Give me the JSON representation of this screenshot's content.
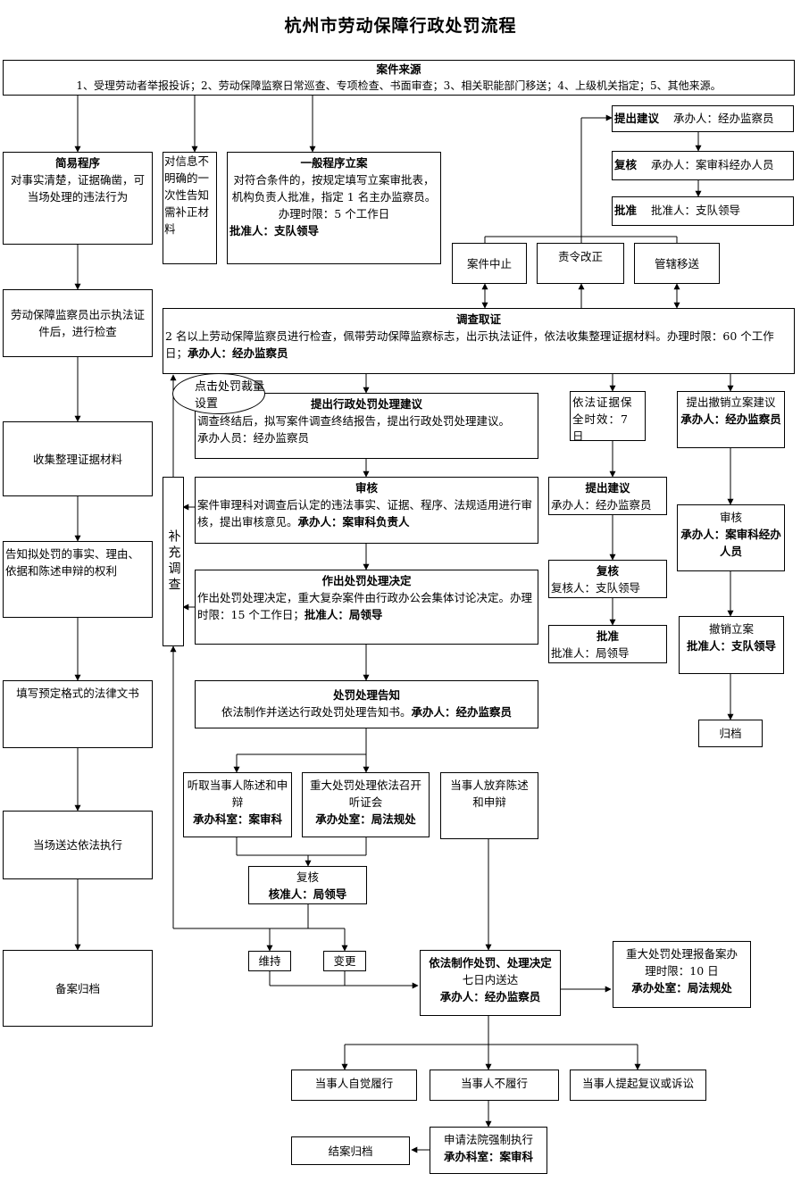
{
  "title": "杭州市劳动保障行政处罚流程",
  "source": {
    "head": "案件来源",
    "text": "1、受理劳动者举报投诉；2、劳动保障监察日常巡查、专项检查、书面审查；3、相关职能部门移送；4、上级机关指定；5、其他来源。"
  },
  "simple": {
    "head": "简易程序",
    "text": "对事实清楚，证据确凿，可当场处理的违法行为",
    "steps": [
      "劳动保障监察员出示执法证件后，进行检查",
      "收集整理证据材料",
      "告知拟处罚的事实、理由、依据和陈述申辩的权利",
      "填写预定格式的法律文书",
      "当场送达依法执行",
      "备案归档"
    ]
  },
  "notify_info": "对信息不明确的一次性告知需补正材料",
  "general": {
    "head": "一般程序立案",
    "text": "对符合条件的，按规定填写立案审批表，机构负责人批准，指定 1 名主办监察员。办理时限：5 个工作日",
    "approver": "批准人：支队领导"
  },
  "right_top": [
    {
      "b": "提出建议",
      "t": "承办人：经办监察员"
    },
    {
      "b": "复核",
      "t": "承办人：案审科经办人员"
    },
    {
      "b": "批准",
      "t": "批准人：支队领导"
    }
  ],
  "mid_options": [
    "案件中止",
    "责令改正",
    "管辖移送"
  ],
  "investigation": {
    "head": "调查取证",
    "text": "2 名以上劳动保障监察员进行检查，佩带劳动保障监察标志，出示执法证件，依法收集整理证据材料。办理时限：60 个工作日；",
    "tail": "承办人：经办监察员"
  },
  "bubble": "点击处罚裁量设置",
  "proposal": {
    "head": "提出行政处罚处理建议",
    "text": "调查终结后，拟写案件调查终结报告，提出行政处罚处理建议。",
    "person": "承办人员：经办监察员"
  },
  "review": {
    "head": "审核",
    "text": "案件审理科对调查后认定的违法事实、证据、程序、法规适用进行审核，提出审核意见。",
    "tail": "承办人：案审科负责人"
  },
  "decision": {
    "head": "作出处罚处理决定",
    "text": "作出处罚处理决定，重大复杂案件由行政办公会集体讨论决定。办理时限：15 个工作日；",
    "tail": "批准人：局领导"
  },
  "notice": {
    "head": "处罚处理告知",
    "text": "依法制作并送达行政处罚处理告知书。",
    "tail": "承办人：经办监察员"
  },
  "supplement": "补充调查",
  "hear": {
    "text": "听取当事人陈述和申辩",
    "tail": "承办科室：案审科"
  },
  "hearing": {
    "text": "重大处罚处理依法召开听证会",
    "tail": "承办处室：局法规处"
  },
  "waive": "当事人放弃陈述和申辩",
  "recheck": {
    "text": "复核",
    "tail": "核准人：局领导"
  },
  "keep": "维持",
  "change": "变更",
  "final_decision": {
    "head": "依法制作处罚、处理决定",
    "text": "七日内送达",
    "tail": "承办人：经办监察员"
  },
  "filing": {
    "text": "重大处罚处理报备案办理时限：10 日",
    "tail": "承办处室：局法规处"
  },
  "outcomes": [
    "当事人自觉履行",
    "当事人不履行",
    "当事人提起复议或诉讼"
  ],
  "close": "结案归档",
  "enforce": {
    "text": "申请法院强制执行",
    "tail": "承办科室：案审科"
  },
  "preserve": {
    "text": "依法证据保全时效：7 日"
  },
  "pres_steps": [
    {
      "b": "提出建议",
      "t": "承办人：经办监察员"
    },
    {
      "b": "复核",
      "t": "复核人：支队领导"
    },
    {
      "b": "批准",
      "t": "批准人：局领导"
    }
  ],
  "revoke": {
    "head": "提出撤销立案建议",
    "head_tail": "承办人：经办监察员",
    "review": "审核",
    "review_tail": "承办人：案审科经办人员",
    "cancel": "撤销立案",
    "cancel_tail": "批准人：支队领导",
    "archive": "归档"
  }
}
